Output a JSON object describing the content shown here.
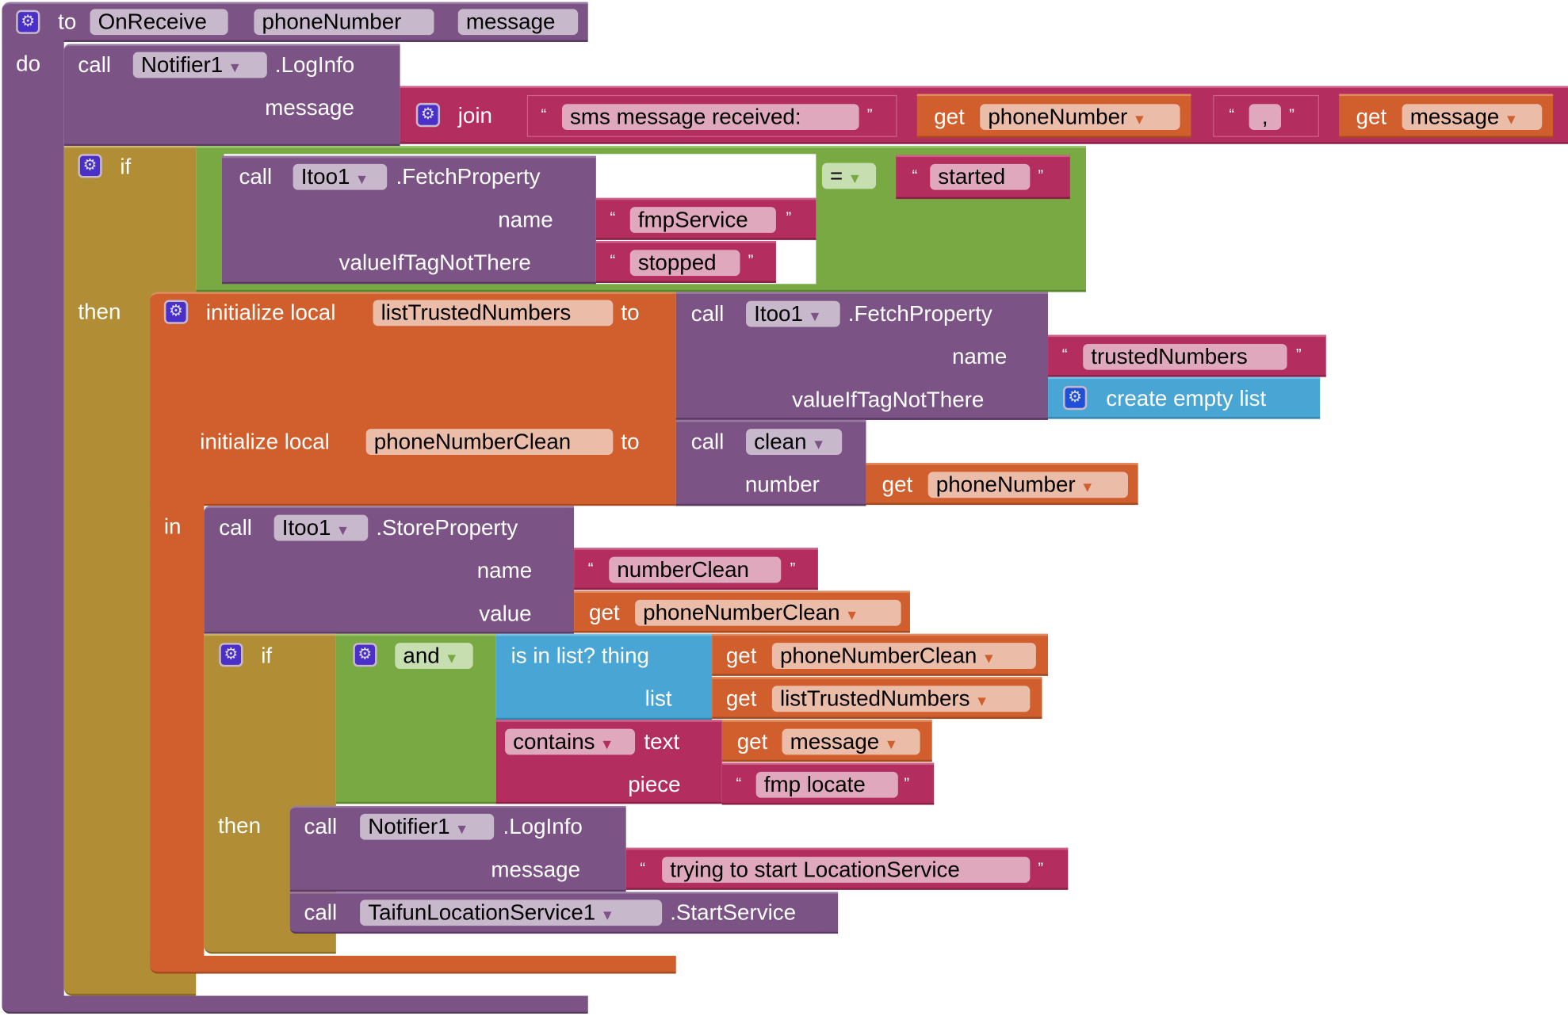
{
  "event": {
    "keyword_to": "to",
    "event_name": "OnReceive",
    "params": [
      "phoneNumber",
      "message"
    ],
    "keyword_do": "do"
  },
  "log1": {
    "call": "call",
    "component": "Notifier1",
    "method": ".LogInfo",
    "arg_label": "message"
  },
  "join": {
    "label": "join",
    "text1": "sms message received:",
    "get1": "get",
    "var1": "phoneNumber",
    "text2": ",",
    "get2": "get",
    "var2": "message"
  },
  "if1": {
    "keyword_if": "if",
    "keyword_then": "then",
    "fetch": {
      "call": "call",
      "component": "Itoo1",
      "method": ".FetchProperty",
      "name_label": "name",
      "name_value": "fmpService",
      "default_label": "valueIfTagNotThere",
      "default_value": "stopped"
    },
    "op": "=",
    "compare_value": "started"
  },
  "init": {
    "label1": "initialize local",
    "var1": "listTrustedNumbers",
    "to1": "to",
    "label2": "initialize local",
    "var2": "phoneNumberClean",
    "to2": "to",
    "keyword_in": "in",
    "fetch": {
      "call": "call",
      "component": "Itoo1",
      "method": ".FetchProperty",
      "name_label": "name",
      "name_value": "trustedNumbers",
      "default_label": "valueIfTagNotThere",
      "default_value": "create empty list"
    },
    "clean": {
      "call": "call",
      "procedure": "clean",
      "arg_label": "number",
      "get": "get",
      "var": "phoneNumber"
    }
  },
  "store": {
    "call": "call",
    "component": "Itoo1",
    "method": ".StoreProperty",
    "name_label": "name",
    "name_value": "numberClean",
    "value_label": "value",
    "get": "get",
    "var": "phoneNumberClean"
  },
  "if2": {
    "keyword_if": "if",
    "keyword_then": "then",
    "op": "and",
    "isinlist": {
      "label": "is in list? thing",
      "list_label": "list",
      "get1": "get",
      "var1": "phoneNumberClean",
      "get2": "get",
      "var2": "listTrustedNumbers"
    },
    "contains": {
      "op": "contains",
      "text_label": "text",
      "piece_label": "piece",
      "get": "get",
      "var": "message",
      "piece_value": "fmp locate"
    }
  },
  "log2": {
    "call": "call",
    "component": "Notifier1",
    "method": ".LogInfo",
    "arg_label": "message",
    "value": "trying to start LocationService"
  },
  "start": {
    "call": "call",
    "component": "TaifunLocationService1",
    "method": ".StartService"
  }
}
